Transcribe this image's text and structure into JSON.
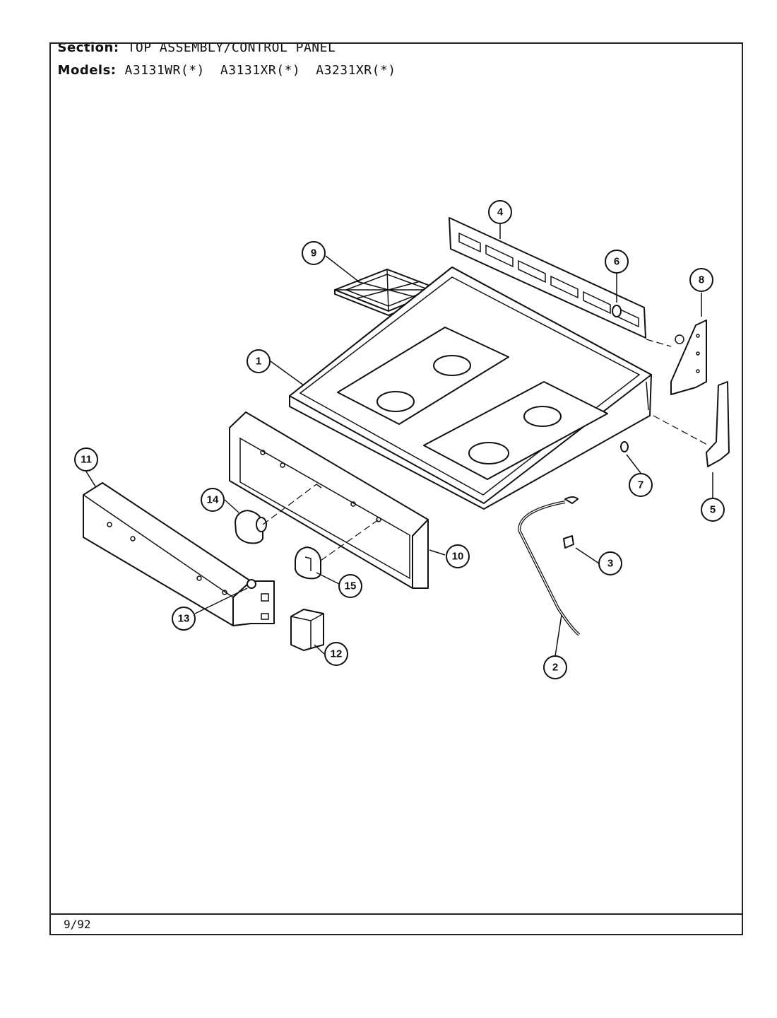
{
  "header": {
    "section_label": "Section:",
    "section_value": "TOP ASSEMBLY/CONTROL PANEL",
    "models_label": "Models:",
    "models": [
      "A3131WR(*)",
      "A3131XR(*)",
      "A3231XR(*)"
    ]
  },
  "footer": {
    "date": "9/92"
  },
  "callouts": [
    {
      "id": "callout-1",
      "label": "1"
    },
    {
      "id": "callout-2",
      "label": "2"
    },
    {
      "id": "callout-3",
      "label": "3"
    },
    {
      "id": "callout-4",
      "label": "4"
    },
    {
      "id": "callout-5",
      "label": "5"
    },
    {
      "id": "callout-6",
      "label": "6"
    },
    {
      "id": "callout-7",
      "label": "7"
    },
    {
      "id": "callout-8",
      "label": "8"
    },
    {
      "id": "callout-9",
      "label": "9"
    },
    {
      "id": "callout-10",
      "label": "10"
    },
    {
      "id": "callout-11",
      "label": "11"
    },
    {
      "id": "callout-12",
      "label": "12"
    },
    {
      "id": "callout-13",
      "label": "13"
    },
    {
      "id": "callout-14",
      "label": "14"
    },
    {
      "id": "callout-15",
      "label": "15"
    }
  ]
}
